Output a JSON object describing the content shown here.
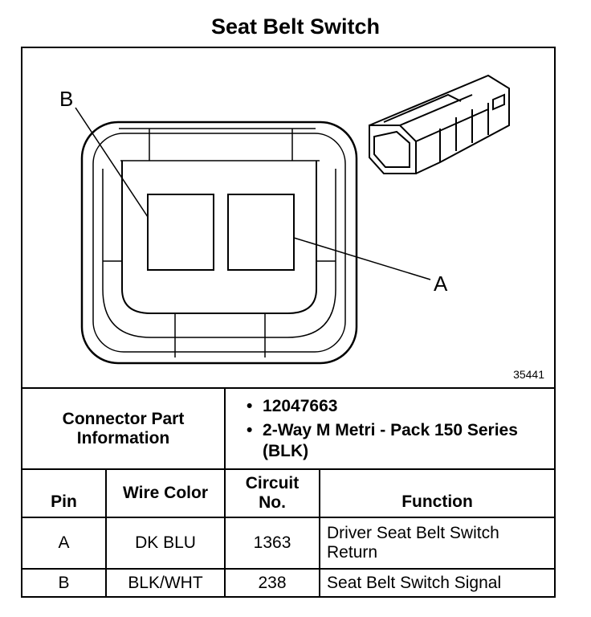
{
  "title": "Seat Belt Switch",
  "diagram": {
    "label_a": "A",
    "label_b": "B",
    "figure_number": "35441"
  },
  "connector_info": {
    "label": "Connector Part Information",
    "bullets": [
      "12047663",
      "2-Way M Metri - Pack 150 Series (BLK)"
    ]
  },
  "table": {
    "headers": {
      "pin": "Pin",
      "wire_color": "Wire Color",
      "circuit_no": "Circuit No.",
      "function": "Function"
    },
    "rows": [
      {
        "pin": "A",
        "wire_color": "DK BLU",
        "circuit": "1363",
        "function": "Driver Seat Belt Switch Return"
      },
      {
        "pin": "B",
        "wire_color": "BLK/WHT",
        "circuit": "238",
        "function": "Seat Belt Switch Signal"
      }
    ]
  }
}
